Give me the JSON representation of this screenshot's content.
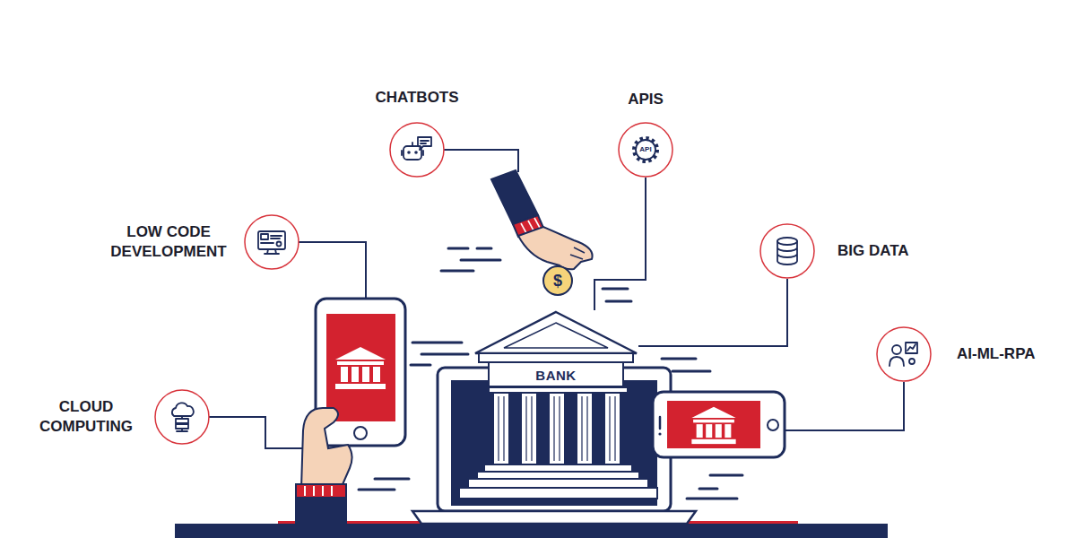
{
  "diagram": {
    "nodes": [
      {
        "text": [
          "CHATBOTS"
        ]
      },
      {
        "text": [
          "APIS",
          "API"
        ]
      },
      {
        "text": [
          "LOW CODE DEVELOPMENT"
        ]
      },
      {
        "text": [
          "BIG DATA"
        ]
      },
      {
        "text": [
          "AI-ML-RPA"
        ]
      },
      {
        "text": [
          "CLOUD COMPUTING"
        ]
      },
      {
        "text": [
          "BANK"
        ]
      }
    ],
    "edges": [
      {
        "from": 1,
        "to": 6,
        "arrow": "none"
      },
      {
        "from": 3,
        "to": 6,
        "arrow": "none"
      }
    ],
    "labels": [
      "$"
    ]
  }
}
